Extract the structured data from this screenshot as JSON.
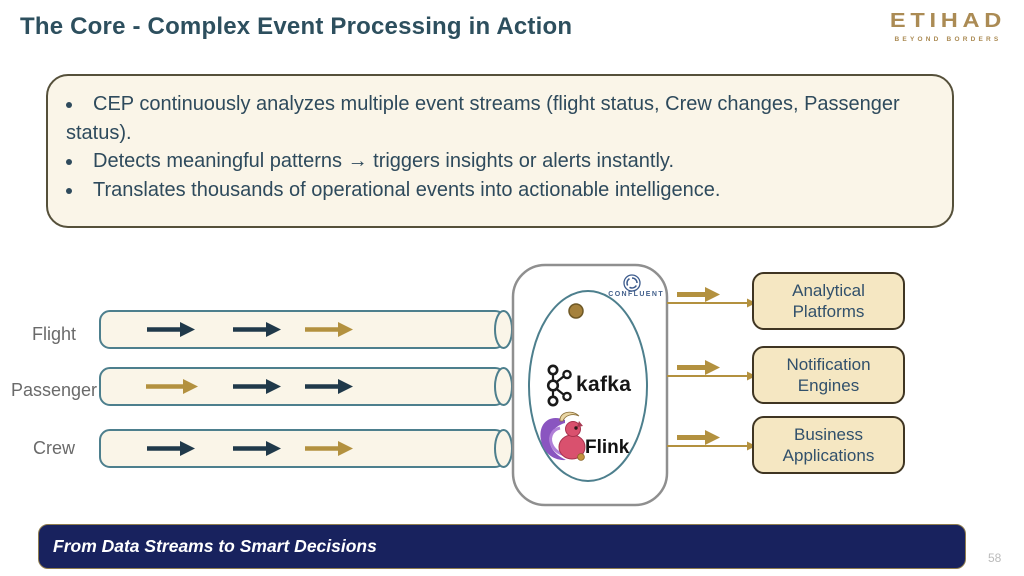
{
  "slide": {
    "title": "The Core - Complex Event Processing in Action",
    "footer": "From Data Streams to Smart Decisions",
    "page_number": "58"
  },
  "logo": {
    "brand": "ETIHAD",
    "tagline": "BEYOND BORDERS"
  },
  "summary_box": {
    "bullets": [
      "CEP continuously analyzes multiple event streams (flight status, Crew changes, Passenger status).",
      "Detects meaningful patterns → triggers insights or alerts instantly.",
      "Translates thousands of operational events into actionable intelligence."
    ]
  },
  "diagram": {
    "streams": [
      {
        "label": "Flight",
        "arrow_colors": [
          "dark",
          "dark",
          "gold"
        ]
      },
      {
        "label": "Passenger",
        "arrow_colors": [
          "gold",
          "dark",
          "dark"
        ]
      },
      {
        "label": "Crew",
        "arrow_colors": [
          "dark",
          "dark",
          "gold"
        ]
      }
    ],
    "engine": {
      "confluent_label": "CONFLUENT",
      "kafka_label": "kafka",
      "flink_label": "Flink"
    },
    "outputs": [
      {
        "label": "Analytical Platforms"
      },
      {
        "label": "Notification Engines"
      },
      {
        "label": "Business Applications"
      }
    ]
  },
  "icons": {
    "confluent": "confluent-pinwheel-icon",
    "kafka": "kafka-nodes-icon",
    "flink": "flink-squirrel-icon"
  },
  "colors": {
    "title_text": "#2d4f5e",
    "body_text": "#2e4a5c",
    "etihad_gold": "#ab8b54",
    "gold_arrow": "#b3913f",
    "dark_arrow": "#20394a",
    "pipe_fill": "#faf5e8",
    "pipe_stroke": "#4d7f8d",
    "panel_fill": "#faf5e8",
    "panel_border": "#55503a",
    "output_fill": "#f5e7c2",
    "output_border": "#3f3522",
    "engine_border": "#8f8f8f",
    "footer_bg": "#18225e"
  }
}
